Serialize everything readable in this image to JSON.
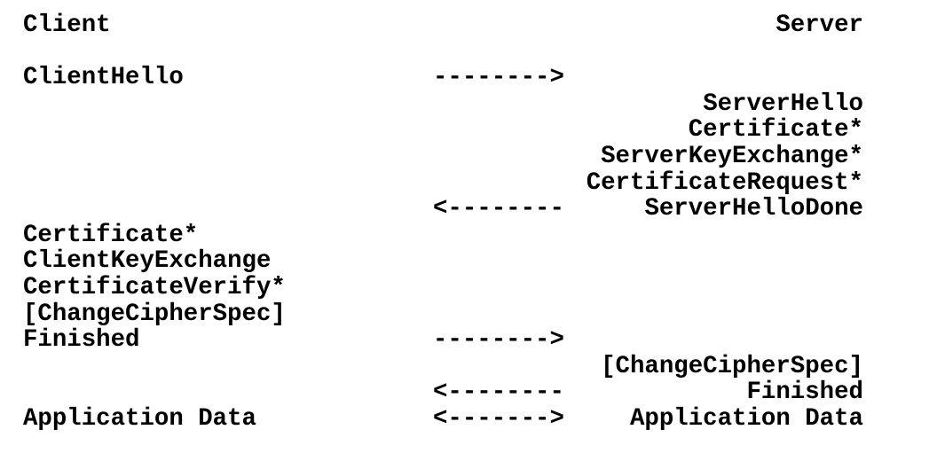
{
  "colors": {
    "text": "#000000",
    "background": "#ffffff"
  },
  "participants": {
    "client_label": "Client",
    "server_label": "Server"
  },
  "arrows": {
    "right": "-------->",
    "left": "<--------",
    "both": "<------->"
  },
  "rows": [
    {
      "client": "Client",
      "arrow": "",
      "server": "Server"
    },
    {
      "client": "",
      "arrow": "",
      "server": ""
    },
    {
      "client": "ClientHello",
      "arrow": "-------->",
      "server": ""
    },
    {
      "client": "",
      "arrow": "",
      "server": "ServerHello"
    },
    {
      "client": "",
      "arrow": "",
      "server": "Certificate*"
    },
    {
      "client": "",
      "arrow": "",
      "server": "ServerKeyExchange*"
    },
    {
      "client": "",
      "arrow": "",
      "server": "CertificateRequest*"
    },
    {
      "client": "",
      "arrow": "<--------",
      "server": "ServerHelloDone"
    },
    {
      "client": "Certificate*",
      "arrow": "",
      "server": ""
    },
    {
      "client": "ClientKeyExchange",
      "arrow": "",
      "server": ""
    },
    {
      "client": "CertificateVerify*",
      "arrow": "",
      "server": ""
    },
    {
      "client": "[ChangeCipherSpec]",
      "arrow": "",
      "server": ""
    },
    {
      "client": "Finished",
      "arrow": "-------->",
      "server": ""
    },
    {
      "client": "",
      "arrow": "",
      "server": "[ChangeCipherSpec]"
    },
    {
      "client": "",
      "arrow": "<--------",
      "server": "Finished"
    },
    {
      "client": "Application Data",
      "arrow": "<------->",
      "server": "Application Data"
    }
  ]
}
